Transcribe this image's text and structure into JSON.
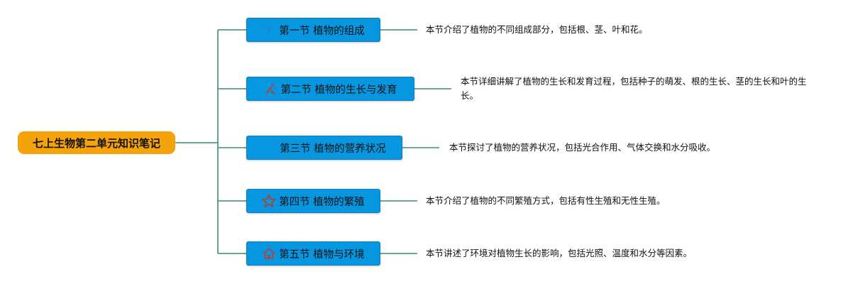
{
  "root": {
    "label": "七上生物第二单元知识笔记"
  },
  "sections": [
    {
      "title": "第一节 植物的组成",
      "icon": "seedling-icon",
      "description": "本节介绍了植物的不同组成部分，包括根、茎、叶和花。"
    },
    {
      "title": "第二节 植物的生长与发育",
      "icon": "sparkle-growth-icon",
      "description": "本节详细讲解了植物的生长和发育过程，包括种子的萌发、根的生长、茎的生长和叶的生长。"
    },
    {
      "title": "第三节 植物的营养状况",
      "icon": "",
      "description": "本节探讨了植物的营养状况，包括光合作用、气体交换和水分吸收。"
    },
    {
      "title": "第四节 植物的繁殖",
      "icon": "star-icon",
      "description": "本节介绍了植物的不同繁殖方式，包括有性生殖和无性生殖。"
    },
    {
      "title": "第五节 植物与环境",
      "icon": "house-icon",
      "description": "本节讲述了环境对植物生长的影响，包括光照、温度和水分等因素。"
    }
  ],
  "colors": {
    "root_fill": "#f5a30a",
    "section_fill": "#0797e0",
    "connector": "#3d8a74",
    "icon_red": "#c0392b"
  }
}
